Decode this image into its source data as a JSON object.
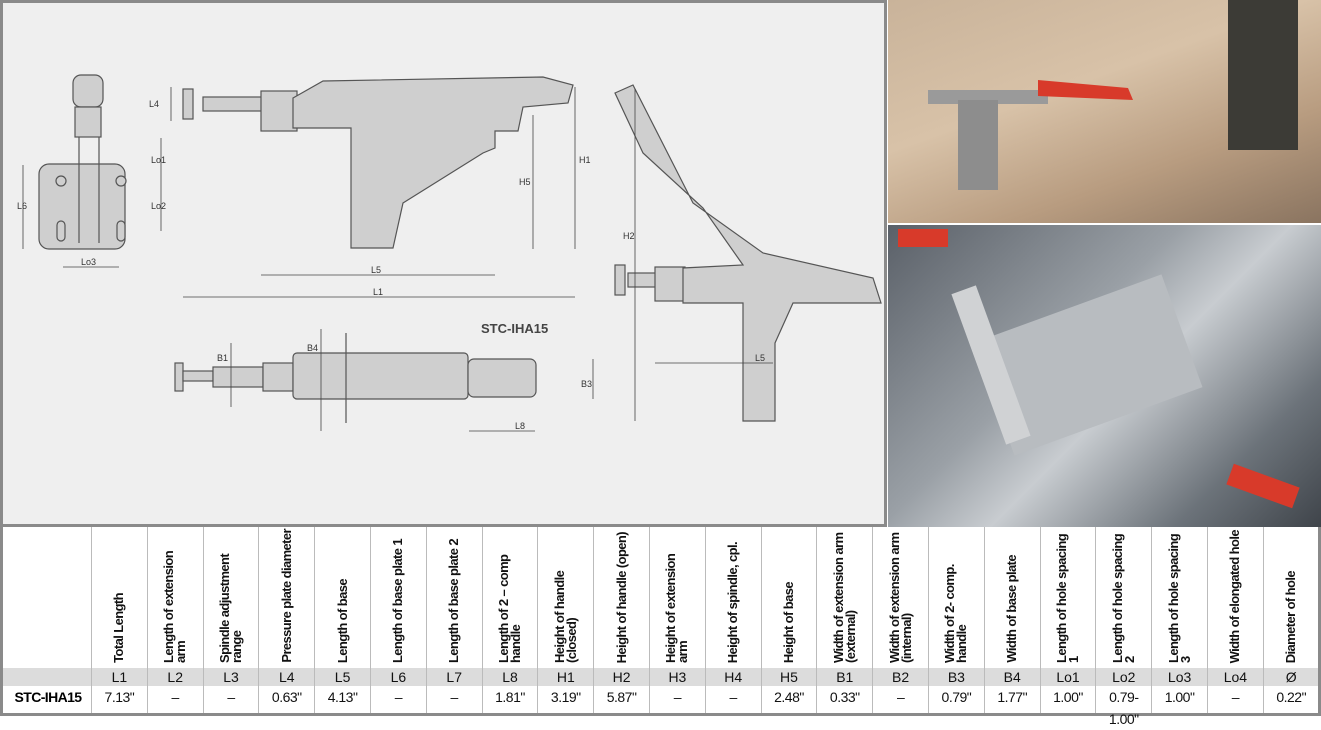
{
  "drawing": {
    "model_label": "STC-IHA15",
    "dim_labels": {
      "L4": "L4",
      "Lo1": "Lo1",
      "Lo2": "Lo2",
      "Lo3": "Lo3",
      "L6": "L6",
      "L5": "L5",
      "L1": "L1",
      "H5": "H5",
      "H1": "H1",
      "H2": "H2",
      "B1": "B1",
      "B4": "B4",
      "B3": "B3",
      "L8": "L8",
      "L5b": "L5"
    }
  },
  "photos": [
    {
      "name": "clamp-on-wood-photo"
    },
    {
      "name": "clamp-in-fixture-photo"
    }
  ],
  "table": {
    "row_label": "STC-IHA15",
    "columns": [
      {
        "header": "Total Length",
        "code": "L1",
        "value": "7.13\""
      },
      {
        "header": "Length of extension arm",
        "code": "L2",
        "value": "–"
      },
      {
        "header": "Spindle adjustment range",
        "code": "L3",
        "value": "–"
      },
      {
        "header": "Pressure plate diameter",
        "code": "L4",
        "value": "0.63\""
      },
      {
        "header": "Length of base",
        "code": "L5",
        "value": "4.13\""
      },
      {
        "header": "Length of base plate 1",
        "code": "L6",
        "value": "–"
      },
      {
        "header": "Length of base plate 2",
        "code": "L7",
        "value": "–"
      },
      {
        "header": "Length of 2 – comp handle",
        "code": "L8",
        "value": "1.81\""
      },
      {
        "header": "Height of handle (closed)",
        "code": "H1",
        "value": "3.19\""
      },
      {
        "header": "Height of handle (open)",
        "code": "H2",
        "value": "5.87\""
      },
      {
        "header": "Height of extension arm",
        "code": "H3",
        "value": "–"
      },
      {
        "header": "Height of spindle, cpl.",
        "code": "H4",
        "value": "–"
      },
      {
        "header": "Height of base",
        "code": "H5",
        "value": "2.48\""
      },
      {
        "header": "Width of extension arm (external)",
        "code": "B1",
        "value": "0.33\""
      },
      {
        "header": "Width of extension arm (internal)",
        "code": "B2",
        "value": "–"
      },
      {
        "header": "Width of 2- comp. handle",
        "code": "B3",
        "value": "0.79\""
      },
      {
        "header": "Width of base plate",
        "code": "B4",
        "value": "1.77\""
      },
      {
        "header": "Length of hole spacing 1",
        "code": "Lo1",
        "value": "1.00\""
      },
      {
        "header": "Length of hole spacing 2",
        "code": "Lo2",
        "value": "0.79-1.00\""
      },
      {
        "header": "Length of hole spacing 3",
        "code": "Lo3",
        "value": "1.00\""
      },
      {
        "header": "Width of elongated hole",
        "code": "Lo4",
        "value": "–"
      },
      {
        "header": "Diameter of hole",
        "code": "Ø",
        "value": "0.22\""
      }
    ]
  }
}
